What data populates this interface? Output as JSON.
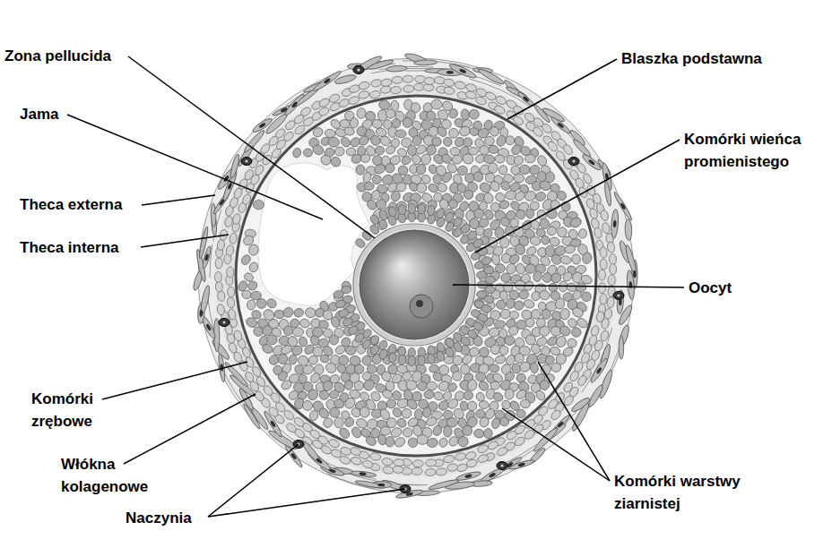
{
  "diagram": {
    "labels": [
      "Zona pellucida",
      "Blaszka podstawna",
      "Jama",
      "Komórki wieńca promienistego",
      "Theca externa",
      "Theca interna",
      "Oocyt",
      "Komórki zrębowe",
      "Włókna kolagenowe",
      "Komórki warstwy ziarnistej",
      "Naczynia"
    ]
  }
}
